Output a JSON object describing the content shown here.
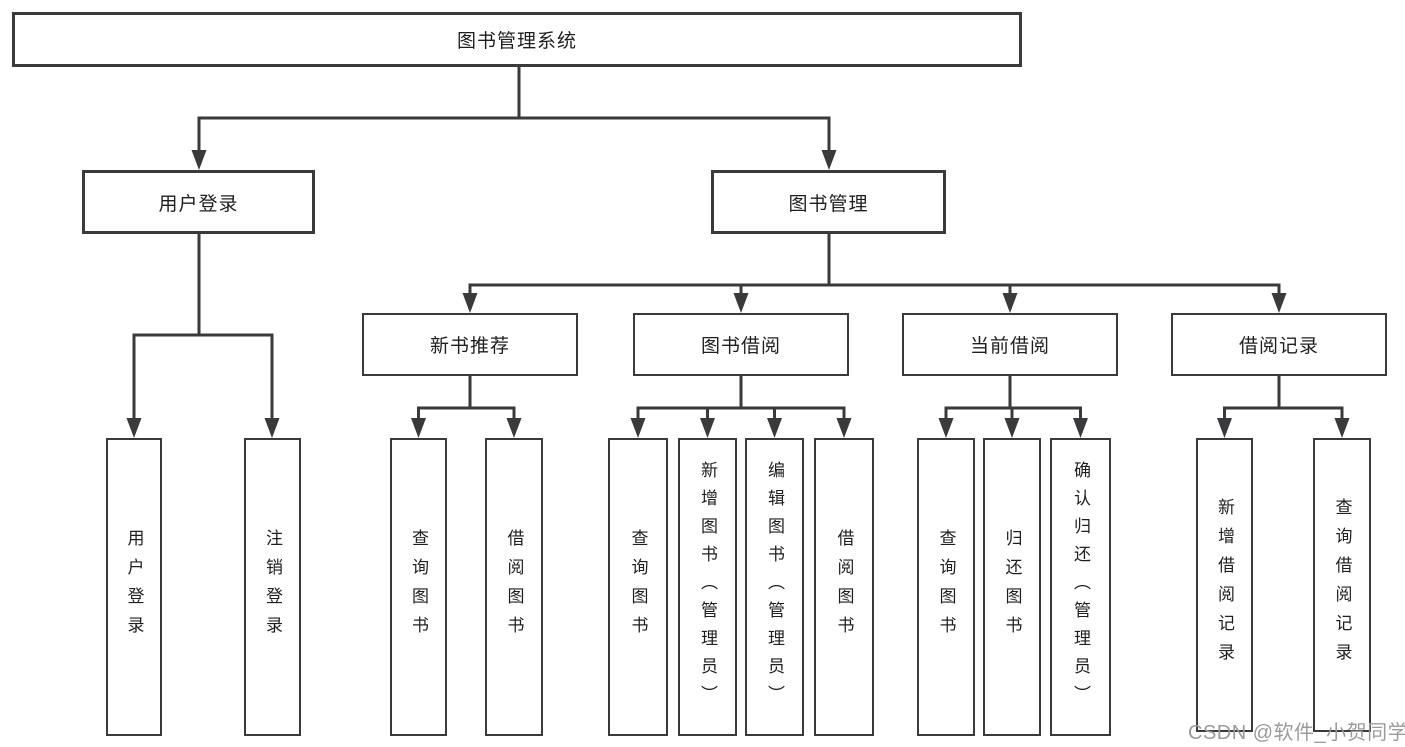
{
  "diagram": {
    "title": "图书管理系统",
    "level2": [
      "用户登录",
      "图书管理"
    ],
    "level3": [
      "新书推荐",
      "图书借阅",
      "当前借阅",
      "借阅记录"
    ],
    "leaves": {
      "user_login": [
        "用户登录",
        "注销登录"
      ],
      "new_book": [
        "查询图书",
        "借阅图书"
      ],
      "book_borrow": [
        "查询图书",
        "新增图书（管理员）",
        "编辑图书（管理员）",
        "借阅图书"
      ],
      "current_borrow": [
        "查询图书",
        "归还图书",
        "确认归还（管理员）"
      ],
      "borrow_record": [
        "新增借阅记录",
        "查询借阅记录"
      ]
    },
    "watermark": "CSDN @软件_小贺同学",
    "colors": {
      "line": "#3a3a3c",
      "text": "#1f1f1f",
      "watermark": "#9b9b9f",
      "background": "#ffffff"
    }
  }
}
